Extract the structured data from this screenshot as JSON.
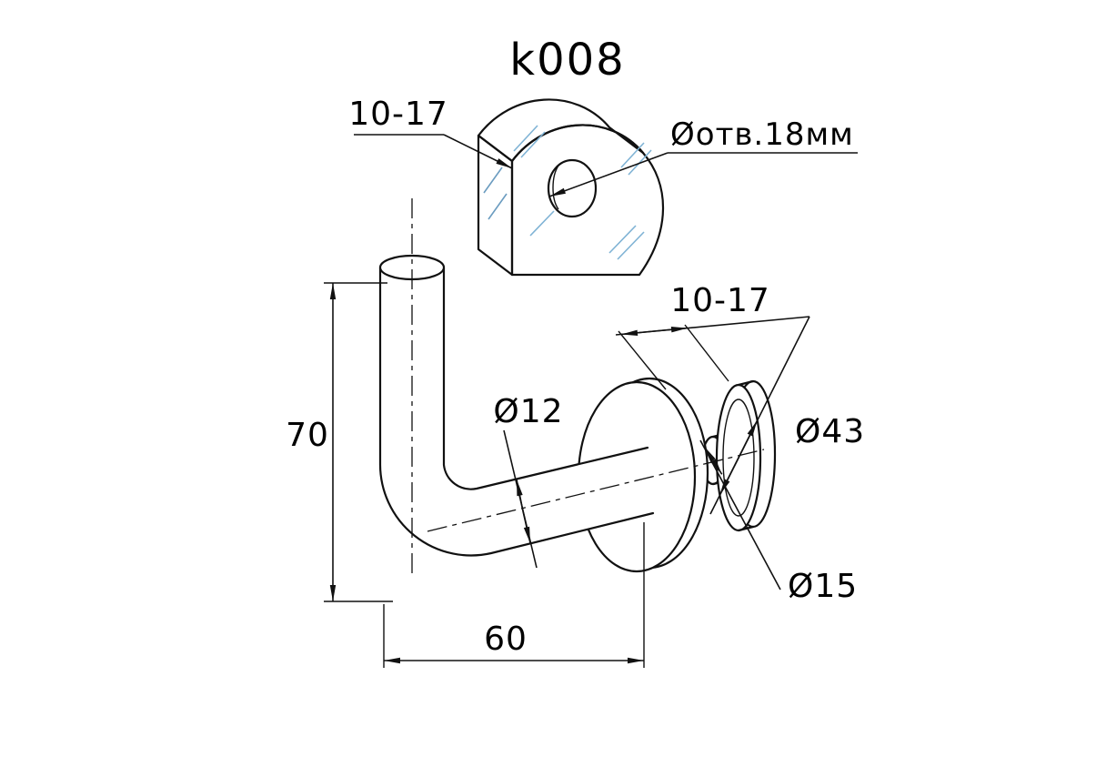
{
  "title": "k008",
  "colors": {
    "line": "#111111",
    "glass_front": "#cfe8f7",
    "glass_side": "#a9cfe6",
    "glass_top": "#e7f4fb",
    "glass_streak": "#7fb3d5",
    "background": "#ffffff"
  },
  "labels": {
    "clamp_thickness": "10-17",
    "hole_diameter": "Øотв.18мм",
    "height": "70",
    "tube_diameter": "Ø12",
    "length": "60",
    "glass_gap": "10-17",
    "flange_diameter": "Ø43",
    "hub_diameter": "Ø15"
  }
}
